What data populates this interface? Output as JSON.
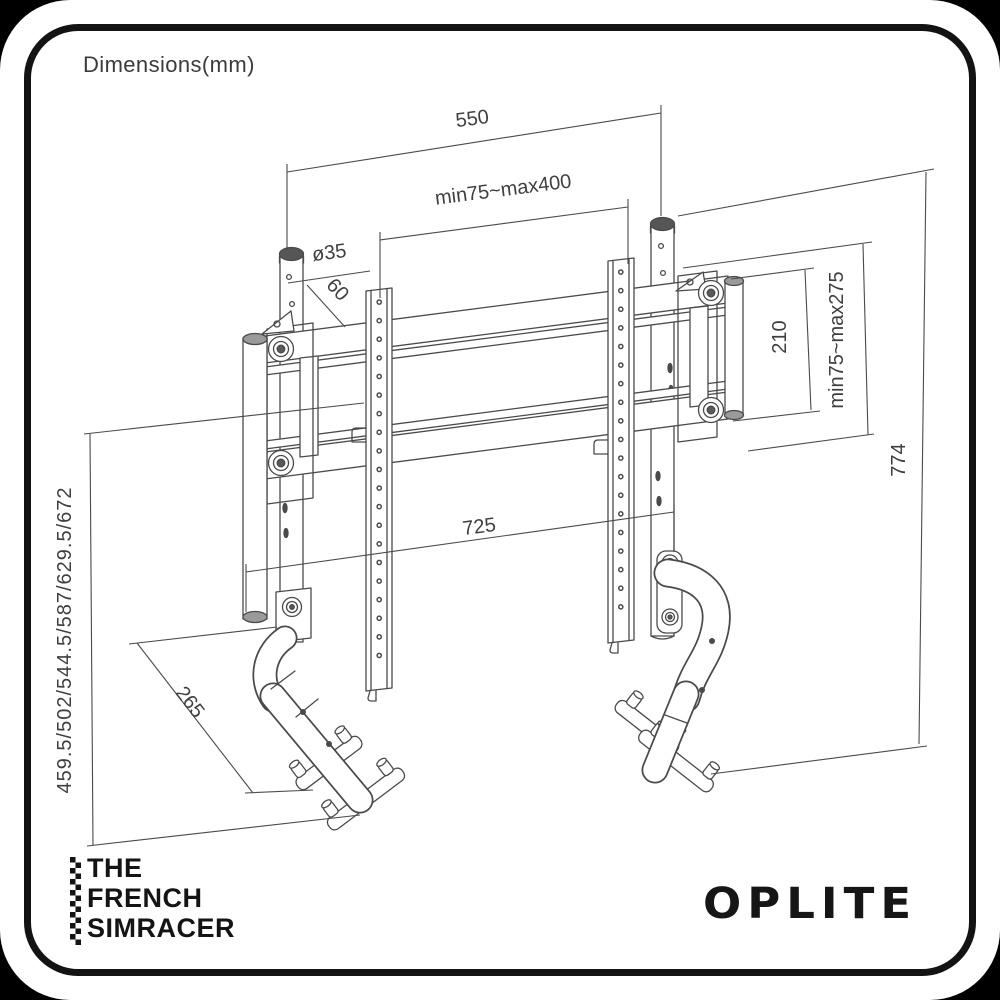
{
  "page": {
    "title": "Dimensions(mm)"
  },
  "diagram": {
    "dims": {
      "top_width": "550",
      "vesa_width": "min75~max400",
      "pole_diameter": "ø35",
      "pole_offset": "60",
      "bracket_height": "210",
      "vesa_height": "min75~max275",
      "column_height": "774",
      "rail_width": "725",
      "foot_depth": "265",
      "mount_heights": "459.5/502/544.5/587/629.5/672"
    }
  },
  "branding": {
    "left_logo_lines": [
      "THE",
      "FRENCH",
      "SIMRACER"
    ],
    "right_logo": "OPLITE"
  },
  "colors": {
    "canvas": "#000000",
    "card": "#ffffff",
    "line": "#4a4a4a",
    "dim_text": "#3f3f3f",
    "logo": "#141414",
    "pole_cap": "#565656"
  }
}
